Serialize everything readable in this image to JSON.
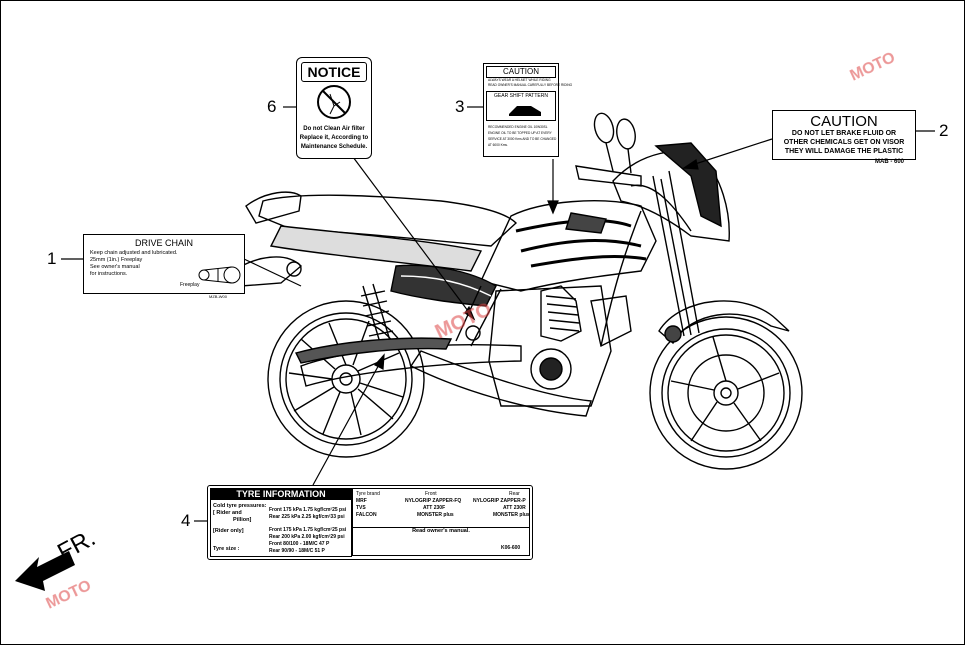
{
  "callouts": [
    "1",
    "2",
    "3",
    "4",
    "6"
  ],
  "fr_text": "FR.",
  "watermark": "MOTO",
  "drive_chain": {
    "title": "DRIVE CHAIN",
    "lines": [
      "Keep chain adjusted and lubricated.",
      "25mm (1in.) Freeplay",
      "See owner's manual",
      "for instructions."
    ],
    "freeplay": "Freeplay",
    "code": "MZB-W00"
  },
  "visor_caution": {
    "title": "CAUTION",
    "lines": [
      "DO NOT LET BRAKE FLUID OR",
      "OTHER CHEMICALS GET ON VISOR",
      "THEY WILL DAMAGE THE PLASTIC"
    ],
    "code": "MAB - 600"
  },
  "notice": {
    "title": "NOTICE",
    "lines": [
      "Do not Clean Air filter",
      "Replace it, According to",
      "Maintenance Schedule."
    ]
  },
  "gear_caution": {
    "title": "CAUTION",
    "line1": "ALWAYS WEAR A HELMET WHILE RIDING",
    "line2": "READ OWNER'S MANUAL CAREFULLY BEFORE RIDING",
    "gear_title": "GEAR SHIFT PATTERN",
    "oil_lines": [
      "RECOMMENDED ENGINE OIL  10W30SL",
      "ENGINE OIL TO BE TOPPED UP AT EVERY",
      "SERVICE  AT  3000 Kms AND TO BE CHANGED",
      "AT 6000 Kms."
    ]
  },
  "tyre": {
    "title": "TYRE INFORMATION",
    "cold": "Cold tyre pressures:",
    "rider_pillion_1": "[ Rider and",
    "rider_pillion_2": "Pillion]",
    "rp_front": "Front 175 kPa 1.75 kgf/cm²25 psi",
    "rp_rear": "Rear 225 kPa 2.25 kgf/cm²33 psi",
    "rider_only": "[Rider only]",
    "ro_front": "Front 175 kPa 1.75 kgf/cm²25 psi",
    "ro_rear": "Rear 200 kPa 2.00 kgf/cm²29 psi",
    "size_label": "Tyre size :",
    "size_front": "Front 80/100 - 18M/C 47 P",
    "size_rear": "Rear  90/90 - 18M/C 51 P",
    "brand_header": "Tyre brand",
    "front_header": "Front",
    "rear_header": "Rear",
    "brands": [
      {
        "brand": "MRF",
        "front": "NYLOGRIP ZAPPER-FQ",
        "rear": "NYLOGRIP ZAPPER-P"
      },
      {
        "brand": "TVS",
        "front": "ATT 230F",
        "rear": "ATT 230R"
      },
      {
        "brand": "FALCON",
        "front": "MONSTER plus",
        "rear": "MONSTER plus"
      }
    ],
    "read_manual": "Read owner's manual.",
    "code": "K06-600"
  }
}
